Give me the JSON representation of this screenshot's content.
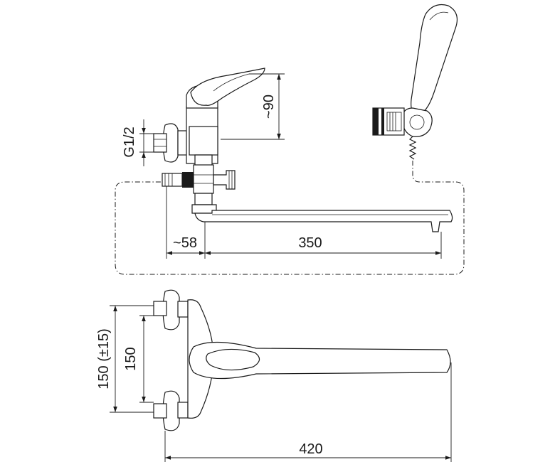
{
  "dimensions": {
    "height_to_lever": "~90",
    "thread_size": "G1/2",
    "wall_offset": "~58",
    "spout_reach": "350",
    "inlet_spacing": "150",
    "inlet_spacing_tolerance": "150 (±15)",
    "overall_length": "420"
  },
  "colors": {
    "line": "#1a1a1a",
    "background": "#ffffff"
  },
  "icons": {
    "mixer_side_view": "faucet-side-view",
    "hand_shower": "hand-shower",
    "mixer_top_view": "faucet-top-view"
  }
}
